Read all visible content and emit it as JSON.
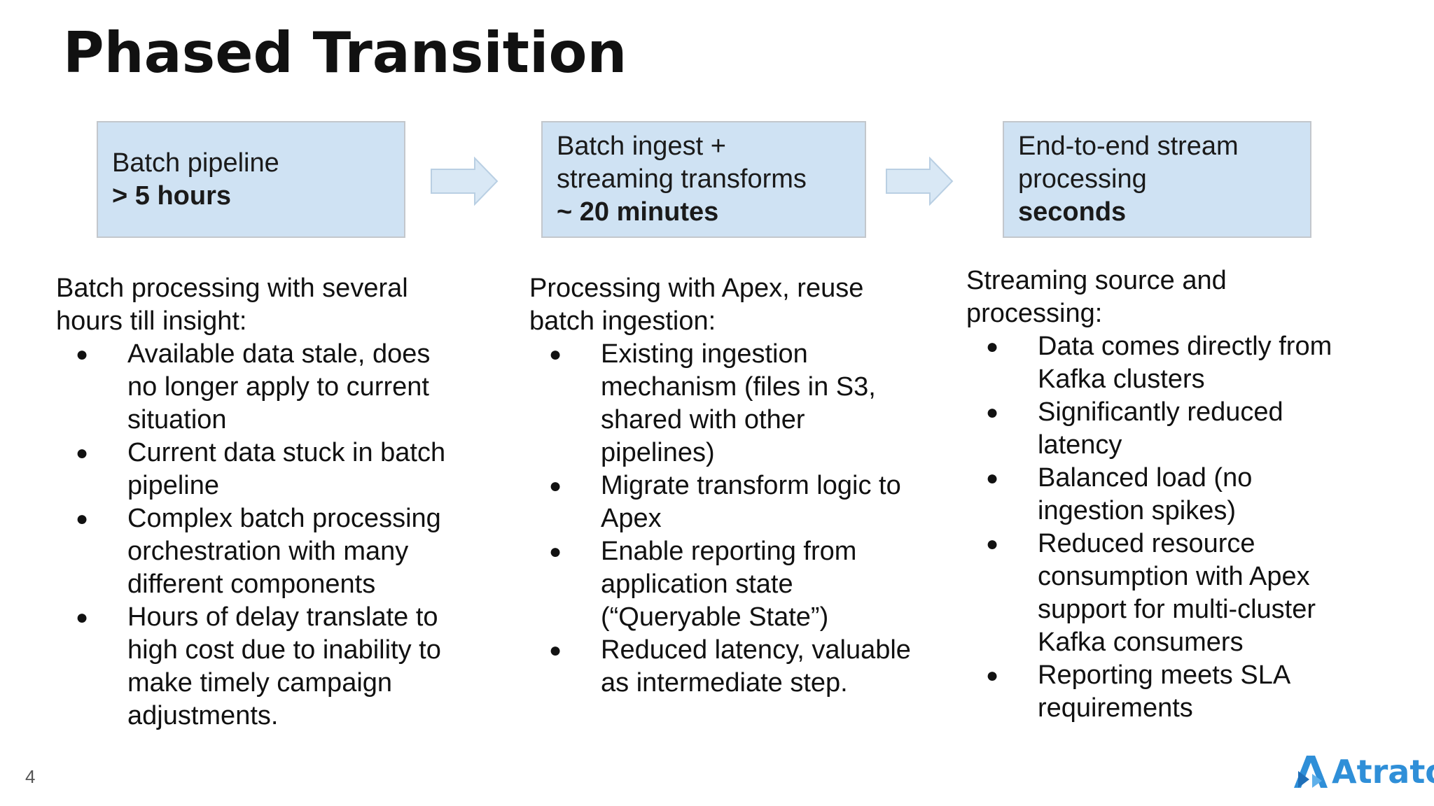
{
  "slide": {
    "title": "Phased Transition",
    "page_number": "4"
  },
  "phases": [
    {
      "lines": [
        "Batch pipeline"
      ],
      "duration": "> 5 hours"
    },
    {
      "lines": [
        "Batch ingest +",
        "streaming transforms"
      ],
      "duration": "~ 20 minutes"
    },
    {
      "lines": [
        "End-to-end stream",
        "processing"
      ],
      "duration": "seconds"
    }
  ],
  "columns": [
    {
      "intro_lines": [
        "Batch processing with several",
        "hours till insight:"
      ],
      "bullets": [
        [
          "Available data stale, does",
          "no longer apply to current",
          "situation"
        ],
        [
          "Current data stuck in batch",
          "pipeline"
        ],
        [
          "Complex batch processing",
          "orchestration with many",
          "different components"
        ],
        [
          "Hours of delay translate to",
          "high cost due to inability to",
          "make timely campaign",
          "adjustments."
        ]
      ]
    },
    {
      "intro_lines": [
        "Processing with Apex, reuse",
        "batch ingestion:"
      ],
      "bullets": [
        [
          "Existing ingestion",
          "mechanism (files in S3,",
          "shared with other",
          "pipelines)"
        ],
        [
          "Migrate transform logic to",
          "Apex"
        ],
        [
          "Enable reporting from",
          "application state",
          "(“Queryable State”)"
        ],
        [
          "Reduced latency, valuable",
          "as intermediate step."
        ]
      ]
    },
    {
      "intro_lines": [
        "Streaming source and",
        "processing:"
      ],
      "bullets": [
        [
          "Data comes directly from",
          "Kafka clusters"
        ],
        [
          "Significantly reduced",
          "latency"
        ],
        [
          "Balanced load (no",
          "ingestion spikes)"
        ],
        [
          "Reduced resource",
          "consumption with Apex",
          "support for multi-cluster",
          "Kafka consumers"
        ],
        [
          "Reporting meets SLA",
          "requirements"
        ]
      ]
    }
  ],
  "bullet_glyph": "●",
  "logo": {
    "text": "Atrato",
    "icon": "atrato-logo-icon",
    "color": "#2f8fd8"
  },
  "colors": {
    "box_fill": "#cfe2f3",
    "box_border": "#c3c7cc",
    "arrow_fill": "#d9e8f5",
    "arrow_stroke": "#b9cfe3"
  }
}
